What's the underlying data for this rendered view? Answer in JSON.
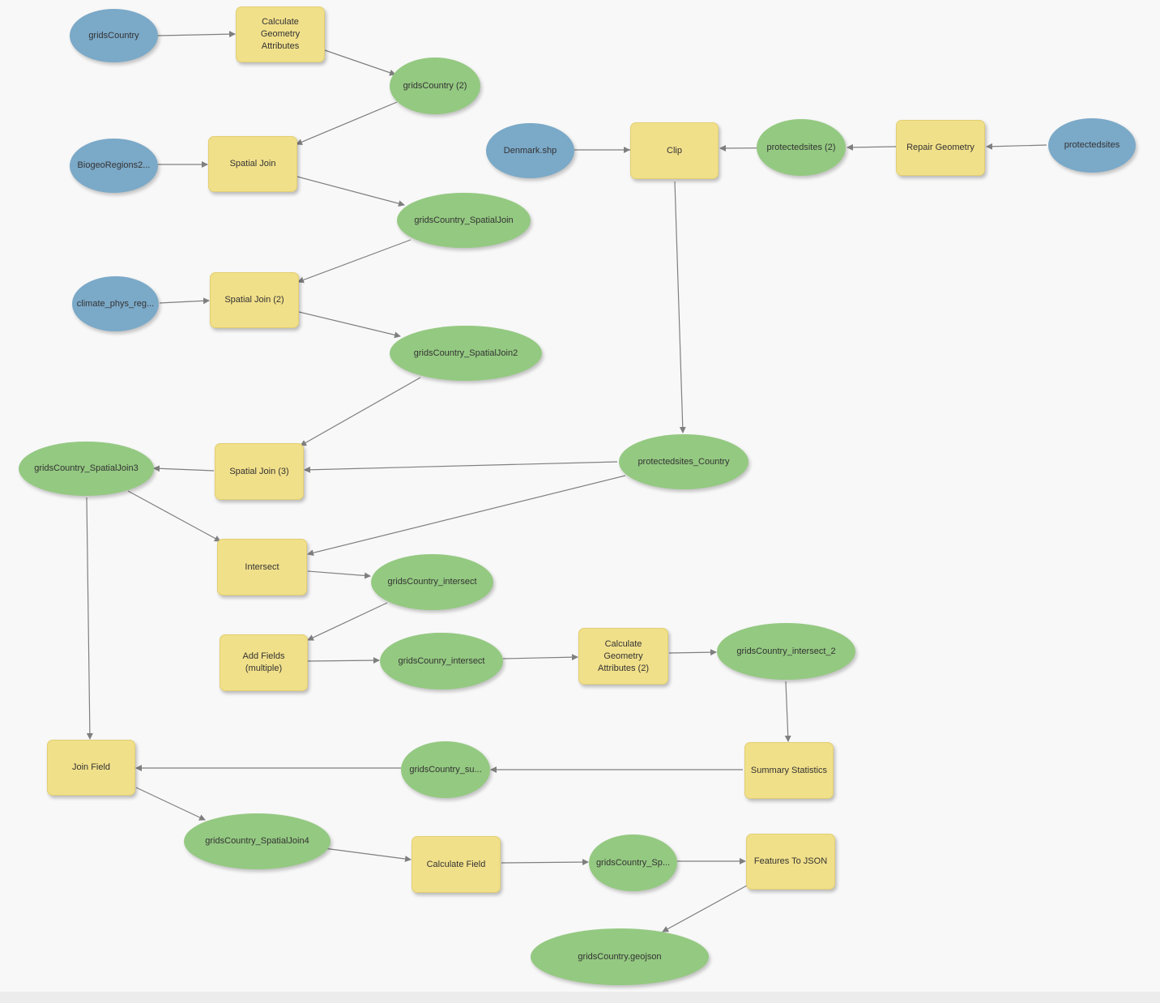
{
  "colors": {
    "input": "#7ba9c8",
    "derived": "#94c981",
    "tool": "#f1e08a",
    "connector": "#7f7f7f",
    "background": "#f8f8f8"
  },
  "nodes": {
    "grids_in": {
      "label": "gridsCountry",
      "kind": "input"
    },
    "calc_geom": {
      "label": "Calculate\nGeometry\nAttributes",
      "kind": "tool"
    },
    "grids2": {
      "label": "gridsCountry (2)",
      "kind": "derived"
    },
    "biogeo": {
      "label": "BiogeoRegions2...",
      "kind": "input"
    },
    "sj1": {
      "label": "Spatial Join",
      "kind": "tool"
    },
    "gcsj": {
      "label": "gridsCountry_SpatialJoin",
      "kind": "derived"
    },
    "climate": {
      "label": "climate_phys_reg...",
      "kind": "input"
    },
    "sj2": {
      "label": "Spatial Join (2)",
      "kind": "tool"
    },
    "gcsj2": {
      "label": "gridsCountry_SpatialJoin2",
      "kind": "derived"
    },
    "denmark": {
      "label": "Denmark.shp",
      "kind": "input"
    },
    "clip": {
      "label": "Clip",
      "kind": "tool"
    },
    "prot2": {
      "label": "protectedsites (2)",
      "kind": "derived"
    },
    "repair": {
      "label": "Repair Geometry",
      "kind": "tool"
    },
    "prot_in": {
      "label": "protectedsites",
      "kind": "input"
    },
    "gcsj3": {
      "label": "gridsCountry_SpatialJoin3",
      "kind": "derived"
    },
    "sj3": {
      "label": "Spatial Join (3)",
      "kind": "tool"
    },
    "protc": {
      "label": "protectedsites_Country",
      "kind": "derived"
    },
    "intersect": {
      "label": "Intersect",
      "kind": "tool"
    },
    "gci": {
      "label": "gridsCountry_intersect",
      "kind": "derived"
    },
    "addfields": {
      "label": "Add Fields\n(multiple)",
      "kind": "tool"
    },
    "gci_b": {
      "label": "gridsCounry_intersect",
      "kind": "derived"
    },
    "calcgeom2": {
      "label": "Calculate\nGeometry\nAttributes (2)",
      "kind": "tool"
    },
    "gci2": {
      "label": "gridsCountry_intersect_2",
      "kind": "derived"
    },
    "joinfield": {
      "label": "Join Field",
      "kind": "tool"
    },
    "gcsu": {
      "label": "gridsCountry_su...",
      "kind": "derived"
    },
    "sumstats": {
      "label": "Summary Statistics",
      "kind": "tool"
    },
    "gcsj4": {
      "label": "gridsCountry_SpatialJoin4",
      "kind": "derived"
    },
    "calcfield": {
      "label": "Calculate Field",
      "kind": "tool"
    },
    "gcsp": {
      "label": "gridsCountry_Sp...",
      "kind": "derived"
    },
    "f2json": {
      "label": "Features To JSON",
      "kind": "tool"
    },
    "geojson": {
      "label": "gridsCountry.geojson",
      "kind": "derived"
    }
  }
}
